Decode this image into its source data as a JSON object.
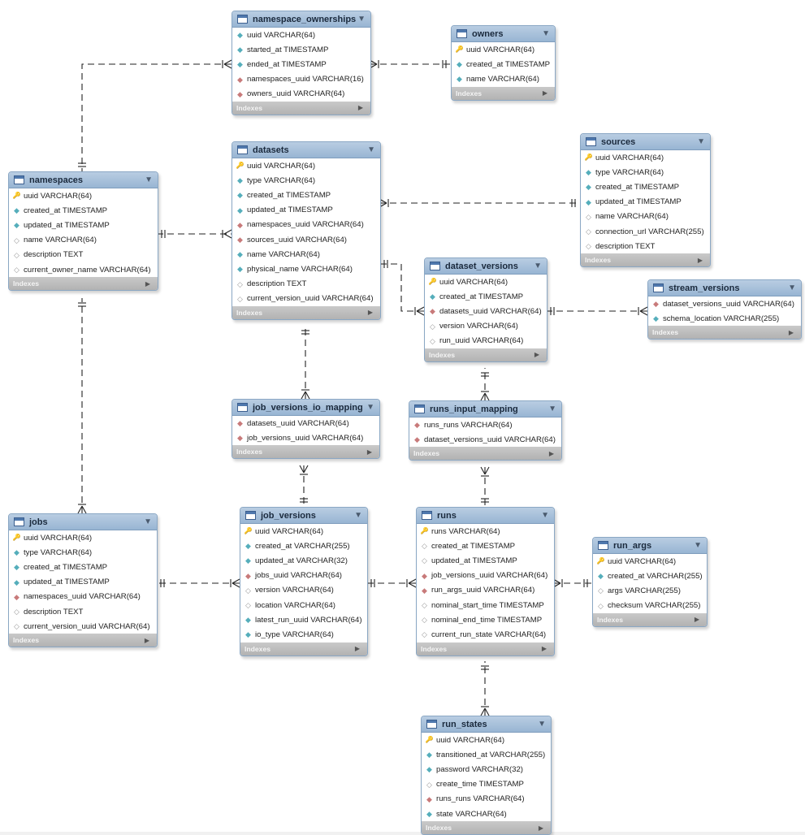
{
  "tables": [
    {
      "id": "namespace_ownerships",
      "name": "namespace_ownerships",
      "indexes_label": "Indexes",
      "columns": [
        {
          "name": "uuid VARCHAR(64)",
          "icon": "index"
        },
        {
          "name": "started_at TIMESTAMP",
          "icon": "index"
        },
        {
          "name": "ended_at TIMESTAMP",
          "icon": "index"
        },
        {
          "name": "namespaces_uuid VARCHAR(16)",
          "icon": "foreign-key"
        },
        {
          "name": "owners_uuid VARCHAR(64)",
          "icon": "foreign-key"
        }
      ]
    },
    {
      "id": "owners",
      "name": "owners",
      "indexes_label": "Indexes",
      "columns": [
        {
          "name": "uuid VARCHAR(64)",
          "icon": "primary-key"
        },
        {
          "name": "created_at TIMESTAMP",
          "icon": "index"
        },
        {
          "name": "name VARCHAR(64)",
          "icon": "index"
        }
      ]
    },
    {
      "id": "namespaces",
      "name": "namespaces",
      "indexes_label": "Indexes",
      "columns": [
        {
          "name": "uuid VARCHAR(64)",
          "icon": "primary-key"
        },
        {
          "name": "created_at TIMESTAMP",
          "icon": "index"
        },
        {
          "name": "updated_at TIMESTAMP",
          "icon": "index"
        },
        {
          "name": "name VARCHAR(64)",
          "icon": "column"
        },
        {
          "name": "description TEXT",
          "icon": "column"
        },
        {
          "name": "current_owner_name VARCHAR(64)",
          "icon": "column"
        }
      ]
    },
    {
      "id": "datasets",
      "name": "datasets",
      "indexes_label": "Indexes",
      "columns": [
        {
          "name": "uuid VARCHAR(64)",
          "icon": "primary-key"
        },
        {
          "name": "type VARCHAR(64)",
          "icon": "index"
        },
        {
          "name": "created_at TIMESTAMP",
          "icon": "index"
        },
        {
          "name": "updated_at TIMESTAMP",
          "icon": "index"
        },
        {
          "name": "namespaces_uuid VARCHAR(64)",
          "icon": "foreign-key"
        },
        {
          "name": "sources_uuid VARCHAR(64)",
          "icon": "foreign-key"
        },
        {
          "name": "name VARCHAR(64)",
          "icon": "index"
        },
        {
          "name": "physical_name VARCHAR(64)",
          "icon": "index"
        },
        {
          "name": "description TEXT",
          "icon": "column"
        },
        {
          "name": "current_version_uuid VARCHAR(64)",
          "icon": "column"
        }
      ]
    },
    {
      "id": "sources",
      "name": "sources",
      "indexes_label": "Indexes",
      "columns": [
        {
          "name": "uuid VARCHAR(64)",
          "icon": "primary-key"
        },
        {
          "name": "type VARCHAR(64)",
          "icon": "index"
        },
        {
          "name": "created_at TIMESTAMP",
          "icon": "index"
        },
        {
          "name": "updated_at TIMESTAMP",
          "icon": "index"
        },
        {
          "name": "name VARCHAR(64)",
          "icon": "column"
        },
        {
          "name": "connection_url VARCHAR(255)",
          "icon": "column"
        },
        {
          "name": "description TEXT",
          "icon": "column"
        }
      ]
    },
    {
      "id": "dataset_versions",
      "name": "dataset_versions",
      "indexes_label": "Indexes",
      "columns": [
        {
          "name": "uuid VARCHAR(64)",
          "icon": "primary-key"
        },
        {
          "name": "created_at TIMESTAMP",
          "icon": "index"
        },
        {
          "name": "datasets_uuid VARCHAR(64)",
          "icon": "foreign-key"
        },
        {
          "name": "version VARCHAR(64)",
          "icon": "column"
        },
        {
          "name": "run_uuid VARCHAR(64)",
          "icon": "column"
        }
      ]
    },
    {
      "id": "stream_versions",
      "name": "stream_versions",
      "indexes_label": "Indexes",
      "columns": [
        {
          "name": "dataset_versions_uuid VARCHAR(64)",
          "icon": "foreign-key"
        },
        {
          "name": "schema_location VARCHAR(255)",
          "icon": "index"
        }
      ]
    },
    {
      "id": "job_versions_io_mapping",
      "name": "job_versions_io_mapping",
      "indexes_label": "Indexes",
      "columns": [
        {
          "name": "datasets_uuid VARCHAR(64)",
          "icon": "foreign-key"
        },
        {
          "name": "job_versions_uuid VARCHAR(64)",
          "icon": "foreign-key"
        }
      ]
    },
    {
      "id": "runs_input_mapping",
      "name": "runs_input_mapping",
      "indexes_label": "Indexes",
      "columns": [
        {
          "name": "runs_runs VARCHAR(64)",
          "icon": "foreign-key"
        },
        {
          "name": "dataset_versions_uuid VARCHAR(64)",
          "icon": "foreign-key"
        }
      ]
    },
    {
      "id": "jobs",
      "name": "jobs",
      "indexes_label": "Indexes",
      "columns": [
        {
          "name": "uuid VARCHAR(64)",
          "icon": "primary-key"
        },
        {
          "name": "type VARCHAR(64)",
          "icon": "index"
        },
        {
          "name": "created_at TIMESTAMP",
          "icon": "index"
        },
        {
          "name": "updated_at TIMESTAMP",
          "icon": "index"
        },
        {
          "name": "namespaces_uuid VARCHAR(64)",
          "icon": "foreign-key"
        },
        {
          "name": "description TEXT",
          "icon": "column"
        },
        {
          "name": "current_version_uuid VARCHAR(64)",
          "icon": "column"
        }
      ]
    },
    {
      "id": "job_versions",
      "name": "job_versions",
      "indexes_label": "Indexes",
      "columns": [
        {
          "name": "uuid VARCHAR(64)",
          "icon": "primary-key"
        },
        {
          "name": "created_at VARCHAR(255)",
          "icon": "index"
        },
        {
          "name": "updated_at VARCHAR(32)",
          "icon": "index"
        },
        {
          "name": "jobs_uuid VARCHAR(64)",
          "icon": "foreign-key"
        },
        {
          "name": "version VARCHAR(64)",
          "icon": "column"
        },
        {
          "name": "location VARCHAR(64)",
          "icon": "column"
        },
        {
          "name": "latest_run_uuid VARCHAR(64)",
          "icon": "index"
        },
        {
          "name": "io_type VARCHAR(64)",
          "icon": "index"
        }
      ]
    },
    {
      "id": "runs",
      "name": "runs",
      "indexes_label": "Indexes",
      "columns": [
        {
          "name": "runs VARCHAR(64)",
          "icon": "primary-key"
        },
        {
          "name": "created_at TIMESTAMP",
          "icon": "column"
        },
        {
          "name": "updated_at TIMESTAMP",
          "icon": "column"
        },
        {
          "name": "job_versions_uuid VARCHAR(64)",
          "icon": "foreign-key"
        },
        {
          "name": "run_args_uuid VARCHAR(64)",
          "icon": "foreign-key"
        },
        {
          "name": "nominal_start_time TIMESTAMP",
          "icon": "column"
        },
        {
          "name": "nominal_end_time TIMESTAMP",
          "icon": "column"
        },
        {
          "name": "current_run_state VARCHAR(64)",
          "icon": "column"
        }
      ]
    },
    {
      "id": "run_args",
      "name": "run_args",
      "indexes_label": "Indexes",
      "columns": [
        {
          "name": "uuid VARCHAR(64)",
          "icon": "primary-key"
        },
        {
          "name": "created_at VARCHAR(255)",
          "icon": "index"
        },
        {
          "name": "args VARCHAR(255)",
          "icon": "column"
        },
        {
          "name": "checksum VARCHAR(255)",
          "icon": "column"
        }
      ]
    },
    {
      "id": "run_states",
      "name": "run_states",
      "indexes_label": "Indexes",
      "columns": [
        {
          "name": "uuid VARCHAR(64)",
          "icon": "primary-key"
        },
        {
          "name": "transitioned_at VARCHAR(255)",
          "icon": "index"
        },
        {
          "name": "password VARCHAR(32)",
          "icon": "index"
        },
        {
          "name": "create_time TIMESTAMP",
          "icon": "column"
        },
        {
          "name": "runs_runs VARCHAR(64)",
          "icon": "foreign-key"
        },
        {
          "name": "state VARCHAR(64)",
          "icon": "index"
        }
      ]
    }
  ],
  "relationships": [
    {
      "from": "namespace_ownerships",
      "to": "owners"
    },
    {
      "from": "namespace_ownerships",
      "to": "namespaces"
    },
    {
      "from": "datasets",
      "to": "namespaces"
    },
    {
      "from": "datasets",
      "to": "sources"
    },
    {
      "from": "dataset_versions",
      "to": "datasets"
    },
    {
      "from": "stream_versions",
      "to": "dataset_versions"
    },
    {
      "from": "job_versions_io_mapping",
      "to": "datasets"
    },
    {
      "from": "job_versions_io_mapping",
      "to": "job_versions"
    },
    {
      "from": "runs_input_mapping",
      "to": "dataset_versions"
    },
    {
      "from": "runs_input_mapping",
      "to": "runs"
    },
    {
      "from": "jobs",
      "to": "namespaces"
    },
    {
      "from": "job_versions",
      "to": "jobs"
    },
    {
      "from": "runs",
      "to": "job_versions"
    },
    {
      "from": "runs",
      "to": "run_args"
    },
    {
      "from": "run_states",
      "to": "runs"
    }
  ]
}
